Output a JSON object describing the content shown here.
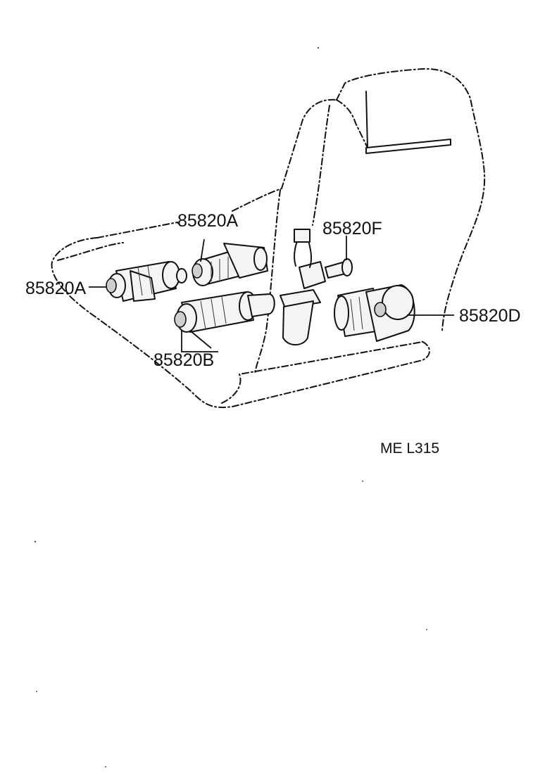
{
  "labels": {
    "motor_back_upper": "85820A",
    "motor_left": "85820A",
    "motor_front": "85820B",
    "motor_center_connector": "85820F",
    "motor_right": "85820D"
  },
  "figure_code": "ME L315"
}
